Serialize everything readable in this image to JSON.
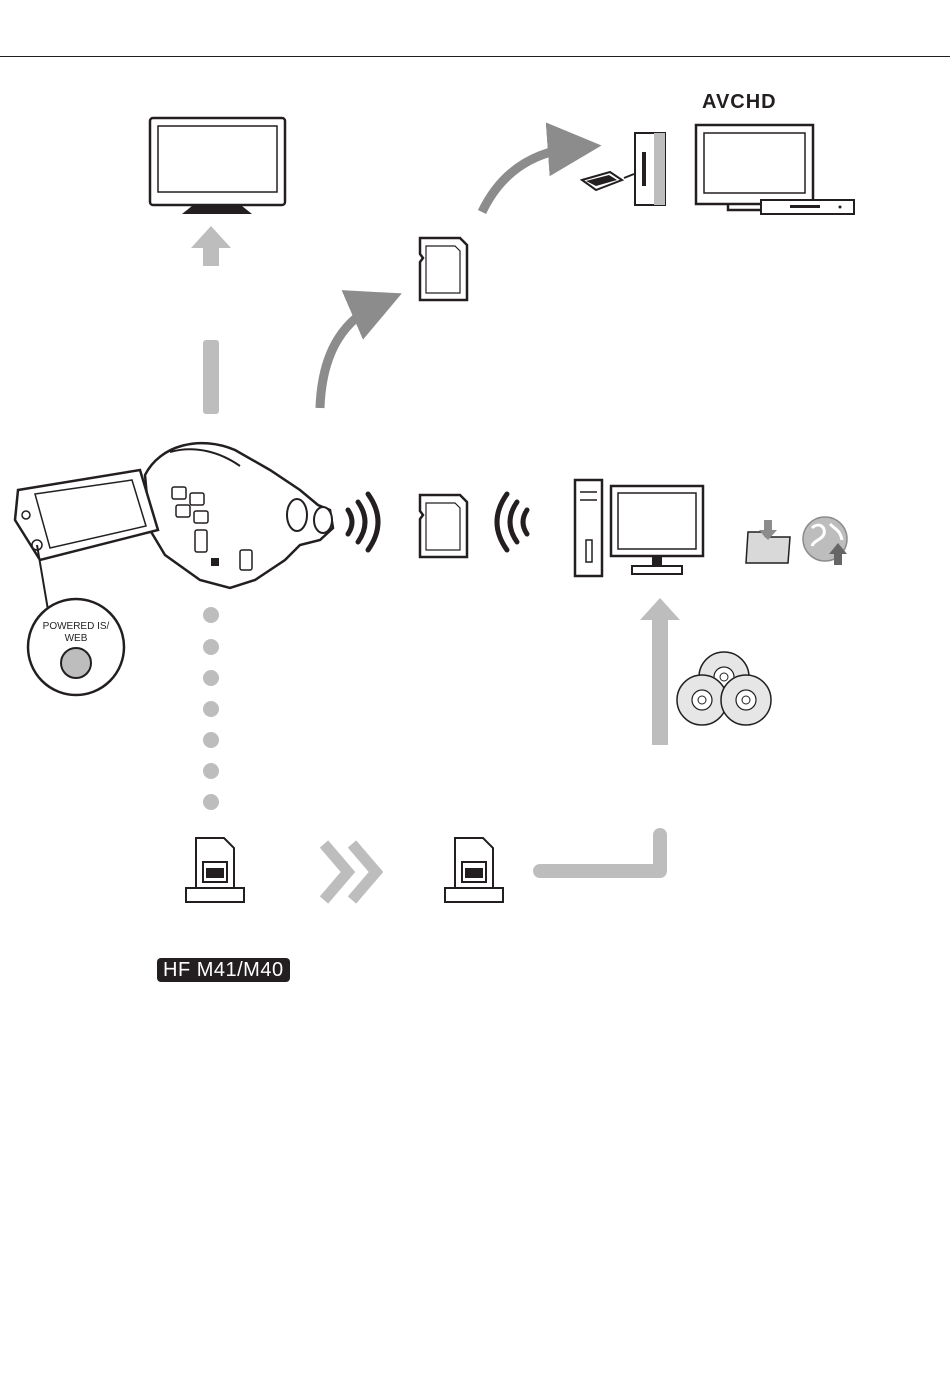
{
  "avchd_logo_text": "AVCHD",
  "button_callout": {
    "line1": "POWERED IS/",
    "line2": "WEB"
  },
  "model_badge": "HF M41/M40",
  "colors": {
    "line": "#231f20",
    "arrow_gray": "#bdbdbd",
    "dark_arrow": "#8c8c8c"
  },
  "icons": [
    "tv-icon",
    "up-arrow-icon",
    "sd-card-icon",
    "curved-arrow-icon",
    "card-reader-icon",
    "avchd-tv-icon",
    "player-icon",
    "camcorder-icon",
    "wireless-icon",
    "computer-icon",
    "folder-download-icon",
    "globe-upload-icon",
    "disc-stack-icon",
    "memory-card-icon",
    "double-chevron-icon",
    "dot-trail"
  ]
}
